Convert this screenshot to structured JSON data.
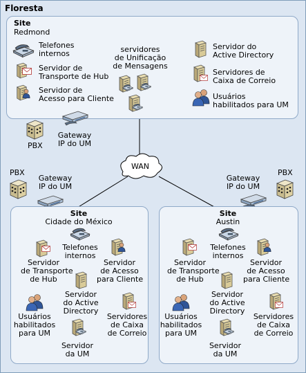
{
  "forest": {
    "title": "Floresta"
  },
  "wan": {
    "label": "WAN"
  },
  "redmond": {
    "site_title": "Site",
    "site_name": "Redmond",
    "phones": [
      "Telefones",
      "internos"
    ],
    "hub": [
      "Servidor de",
      "Transporte de Hub"
    ],
    "cas": [
      "Servidor de",
      "Acesso para Cliente"
    ],
    "um": [
      "servidores",
      "de Unificação",
      "de Mensagens"
    ],
    "ad": [
      "Servidor do",
      "Active Directory"
    ],
    "mailbox": [
      "Servidores de",
      "Caixa de Correio"
    ],
    "users": [
      "Usuários",
      "habilitados para UM"
    ],
    "pbx": "PBX",
    "gateway": [
      "Gateway",
      "IP do UM"
    ]
  },
  "mexico": {
    "site_title": "Site",
    "site_name": "Cidade do México",
    "pbx": "PBX",
    "gateway": [
      "Gateway",
      "IP do UM"
    ],
    "hub": [
      "Servidor",
      "de Transporte",
      "de Hub"
    ],
    "phones": [
      "Telefones",
      "internos"
    ],
    "cas": [
      "Servidor",
      "de Acesso",
      "para Cliente"
    ],
    "ad": [
      "Servidor",
      "do Active",
      "Directory"
    ],
    "users": [
      "Usuários",
      "habilitados",
      "para UM"
    ],
    "mailbox": [
      "Servidores",
      "de Caixa",
      "de Correio"
    ],
    "um": [
      "Servidor",
      "da UM"
    ]
  },
  "austin": {
    "site_title": "Site",
    "site_name": "Austin",
    "pbx": "PBX",
    "gateway": [
      "Gateway",
      "IP do UM"
    ],
    "hub": [
      "Servidor",
      "de Transporte",
      "de Hub"
    ],
    "phones": [
      "Telefones",
      "internos"
    ],
    "cas": [
      "Servidor",
      "de Acesso",
      "para Cliente"
    ],
    "ad": [
      "Servidor",
      "do Active",
      "Directory"
    ],
    "users": [
      "Usuários",
      "habilitados",
      "para UM"
    ],
    "mailbox": [
      "Servidores",
      "de Caixa",
      "de Correio"
    ],
    "um": [
      "Servidor",
      "da UM"
    ]
  }
}
